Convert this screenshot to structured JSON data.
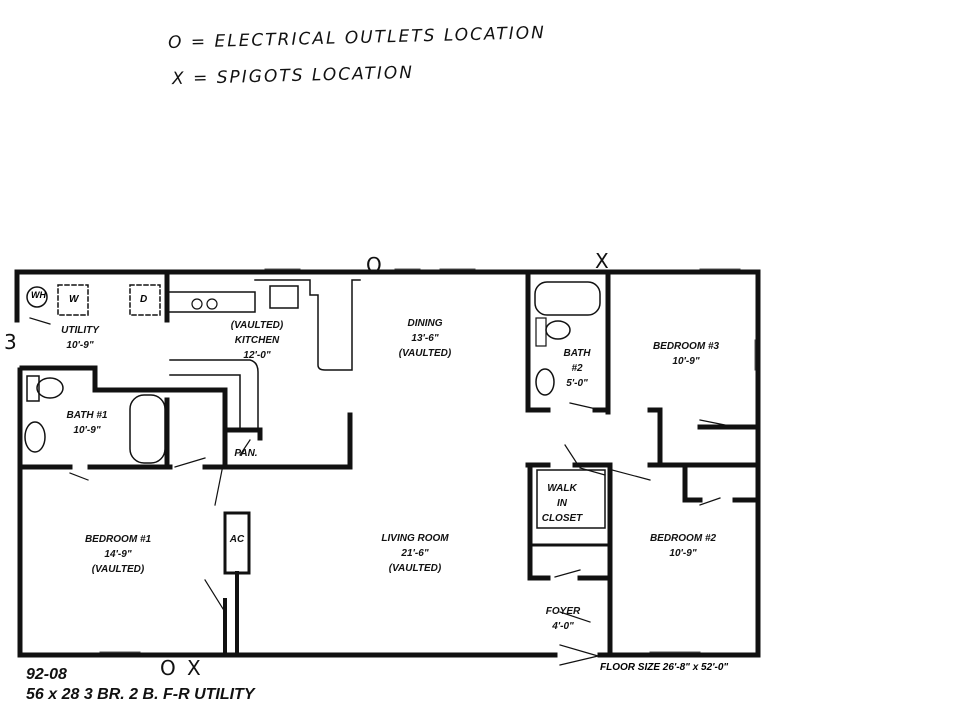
{
  "legend": {
    "outlets": "O = ELECTRICAL OUTLETS LOCATION",
    "spigots": "X = SPIGOTS LOCATION"
  },
  "rooms": {
    "utility": {
      "name": "UTILITY",
      "size": "10'-9\""
    },
    "kitchen": {
      "note": "(VAULTED)",
      "name": "KITCHEN",
      "size": "12'-0\""
    },
    "dining": {
      "name": "DINING",
      "size": "13'-6\"",
      "note": "(VAULTED)"
    },
    "bath1": {
      "name": "BATH #1",
      "size": "10'-9\""
    },
    "pantry": {
      "name": "PAN."
    },
    "bath2": {
      "name": "BATH",
      "num": "#2",
      "size": "5'-0\""
    },
    "bedroom3": {
      "name": "BEDROOM #3",
      "size": "10'-9\""
    },
    "bedroom1": {
      "name": "BEDROOM #1",
      "size": "14'-9\"",
      "note": "(VAULTED)"
    },
    "ac": {
      "name": "AC"
    },
    "living": {
      "name": "LIVING ROOM",
      "size": "21'-6\"",
      "note": "(VAULTED)"
    },
    "closet": {
      "line1": "WALK",
      "line2": "IN",
      "line3": "CLOSET"
    },
    "bedroom2": {
      "name": "BEDROOM #2",
      "size": "10'-9\""
    },
    "foyer": {
      "name": "FOYER",
      "size": "4'-0\""
    }
  },
  "fixtures": {
    "water_heater": "WH",
    "washer": "W",
    "dryer": "D"
  },
  "markers": {
    "outlet": "O",
    "spigot": "X",
    "side_mark": "3"
  },
  "floor_size": "FLOOR SIZE 26'-8\"  x  52'-0\"",
  "footer": {
    "model": "92-08",
    "spec": "56 x 28   3 BR. 2 B. F-R UTILITY"
  }
}
